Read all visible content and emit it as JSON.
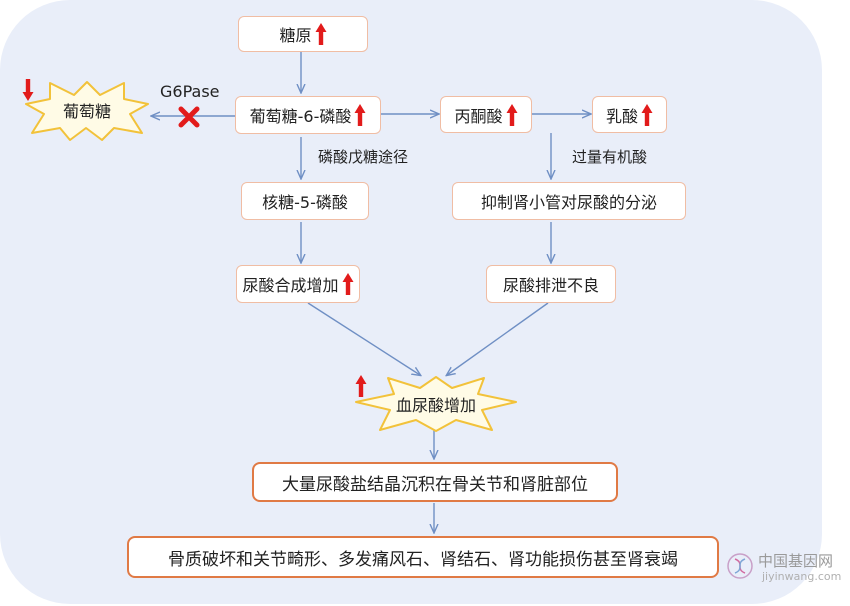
{
  "colors": {
    "background": "#e9eef9",
    "box_border": "#f0bda4",
    "box_border_strong": "#e07a45",
    "arrow": "#6f8fc4",
    "up_arrow": "#e21b1b",
    "down_arrow": "#e21b1b",
    "star_fill": "#fffbe6",
    "star_stroke": "#f2c23a",
    "cross": "#e21b1b"
  },
  "nodes": {
    "glycogen": {
      "label": "糖原",
      "indicator": "up-arrow-icon"
    },
    "g6p": {
      "label": "葡萄糖-6-磷酸",
      "indicator": "up-arrow-icon"
    },
    "glucose": {
      "label": "葡萄糖",
      "indicator": "down-arrow-icon"
    },
    "pyruvate": {
      "label": "丙酮酸",
      "indicator": "up-arrow-icon"
    },
    "lactate": {
      "label": "乳酸",
      "indicator": "up-arrow-icon"
    },
    "ribose5p": {
      "label": "核糖-5-磷酸"
    },
    "uric_synthesis": {
      "label": "尿酸合成增加",
      "indicator": "up-arrow-icon"
    },
    "inhibit_secretion": {
      "label": "抑制肾小管对尿酸的分泌"
    },
    "poor_excretion": {
      "label": "尿酸排泄不良"
    },
    "blood_uric": {
      "label": "血尿酸增加",
      "indicator": "up-arrow-icon"
    },
    "crystal_deposit": {
      "label": "大量尿酸盐结晶沉积在骨关节和肾脏部位"
    },
    "outcomes": {
      "label": "骨质破坏和关节畸形、多发痛风石、肾结石、肾功能损伤甚至肾衰竭"
    }
  },
  "labels": {
    "enzyme": "G6Pase",
    "pentose_pathway": "磷酸戊糖途径",
    "excess_acid": "过量有机酸"
  },
  "watermark": {
    "cn": "中国基因网",
    "en": "jiyinwang.com"
  }
}
